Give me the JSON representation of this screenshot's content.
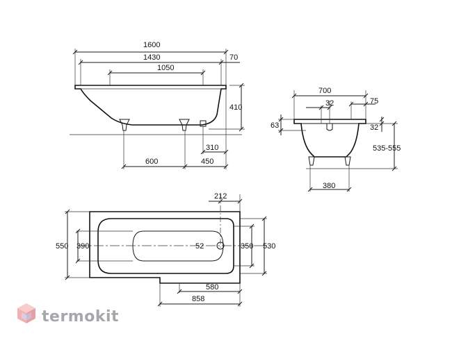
{
  "side_view": {
    "overall_length": "1600",
    "inner_length": "1430",
    "flat_bottom_length": "1050",
    "rim_offset": "70",
    "height": "410",
    "leg_spacing": "600",
    "leg_to_end": "450",
    "waste_to_end": "310"
  },
  "end_view": {
    "width": "700",
    "drain_offset": "32",
    "rim_width": "75",
    "rim_height": "63",
    "rim_thickness": "32",
    "height_range": "535-555",
    "leg_spacing": "380"
  },
  "top_view": {
    "outer_width": "550",
    "basin_width": "390",
    "drain_dim": "52",
    "narrow_width": "350",
    "end_width": "530",
    "drain_offset": "212",
    "step_length": "580",
    "step_total": "858"
  },
  "logo": {
    "text": "termokit",
    "color": "#a7a7ab",
    "accent": "#f2b8b8"
  }
}
